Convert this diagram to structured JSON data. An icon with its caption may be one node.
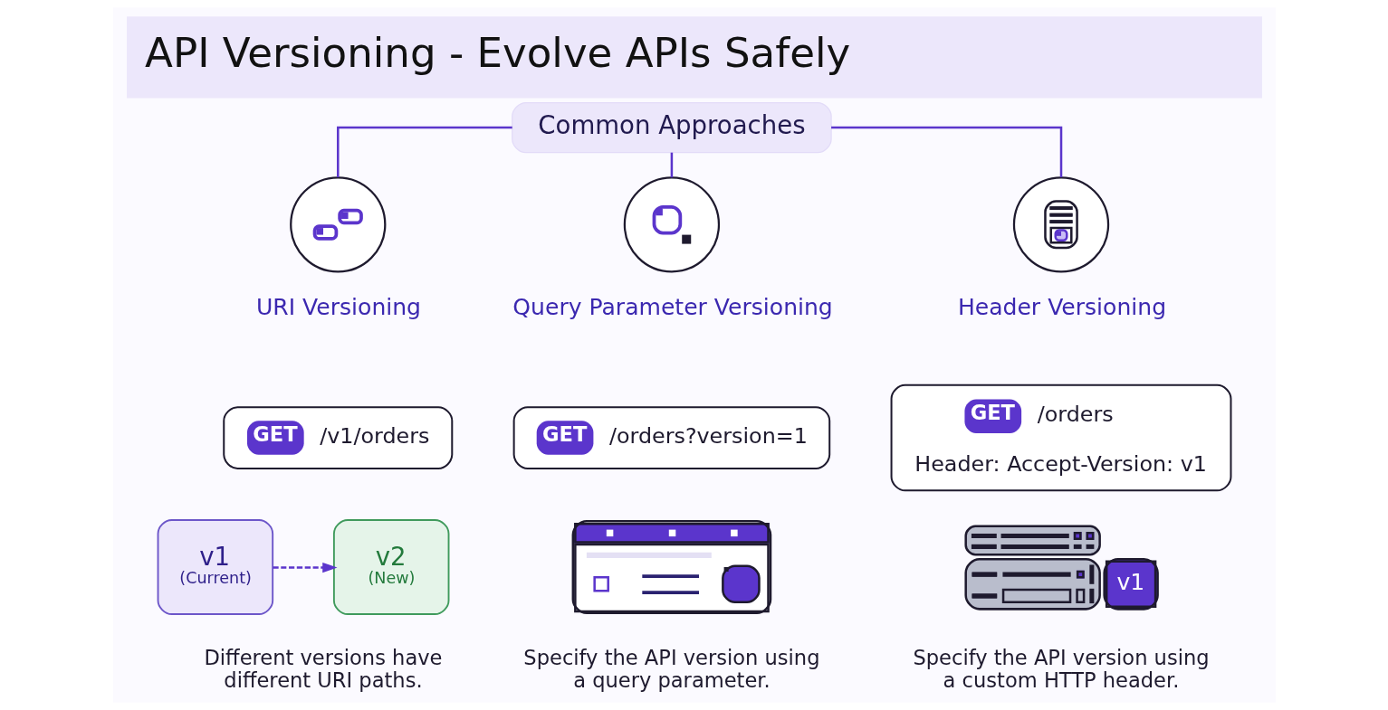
{
  "diagram": {
    "title": "API Versioning - Evolve APIs Safely",
    "nodes": [
      {
        "text": [
          "Common Approaches"
        ]
      },
      {
        "text": [],
        "shape": "circle",
        "beside": [
          "URI Versioning"
        ]
      },
      {
        "text": [
          "GET",
          "/v1/orders"
        ]
      },
      {
        "text": [
          "v1",
          "(Current)"
        ]
      },
      {
        "text": [
          "v2",
          "(New)"
        ]
      },
      {
        "text": [],
        "shape": "circle",
        "beside": [
          "Query Parameter Versioning"
        ]
      },
      {
        "text": [
          "GET",
          "/orders?version=1"
        ]
      },
      {
        "text": [],
        "shape": "picture"
      },
      {
        "text": [],
        "shape": "circle",
        "beside": [
          "Header Versioning"
        ]
      },
      {
        "text": [
          "GET",
          "/orders",
          "Header: Accept-Version: v1"
        ]
      },
      {
        "text": [
          "v1"
        ]
      }
    ],
    "edges": [
      {
        "from": 0,
        "to": 1,
        "arrow": "none"
      },
      {
        "from": 0,
        "to": 5,
        "arrow": "none"
      },
      {
        "from": 0,
        "to": 8,
        "arrow": "none"
      },
      {
        "from": 3,
        "to": 4,
        "arrow": "to",
        "style": "dashed"
      }
    ],
    "labels": [
      "Different versions have different URI paths.",
      "Specify the API version using a query parameter.",
      "Specify the API version using a custom HTTP header."
    ]
  }
}
